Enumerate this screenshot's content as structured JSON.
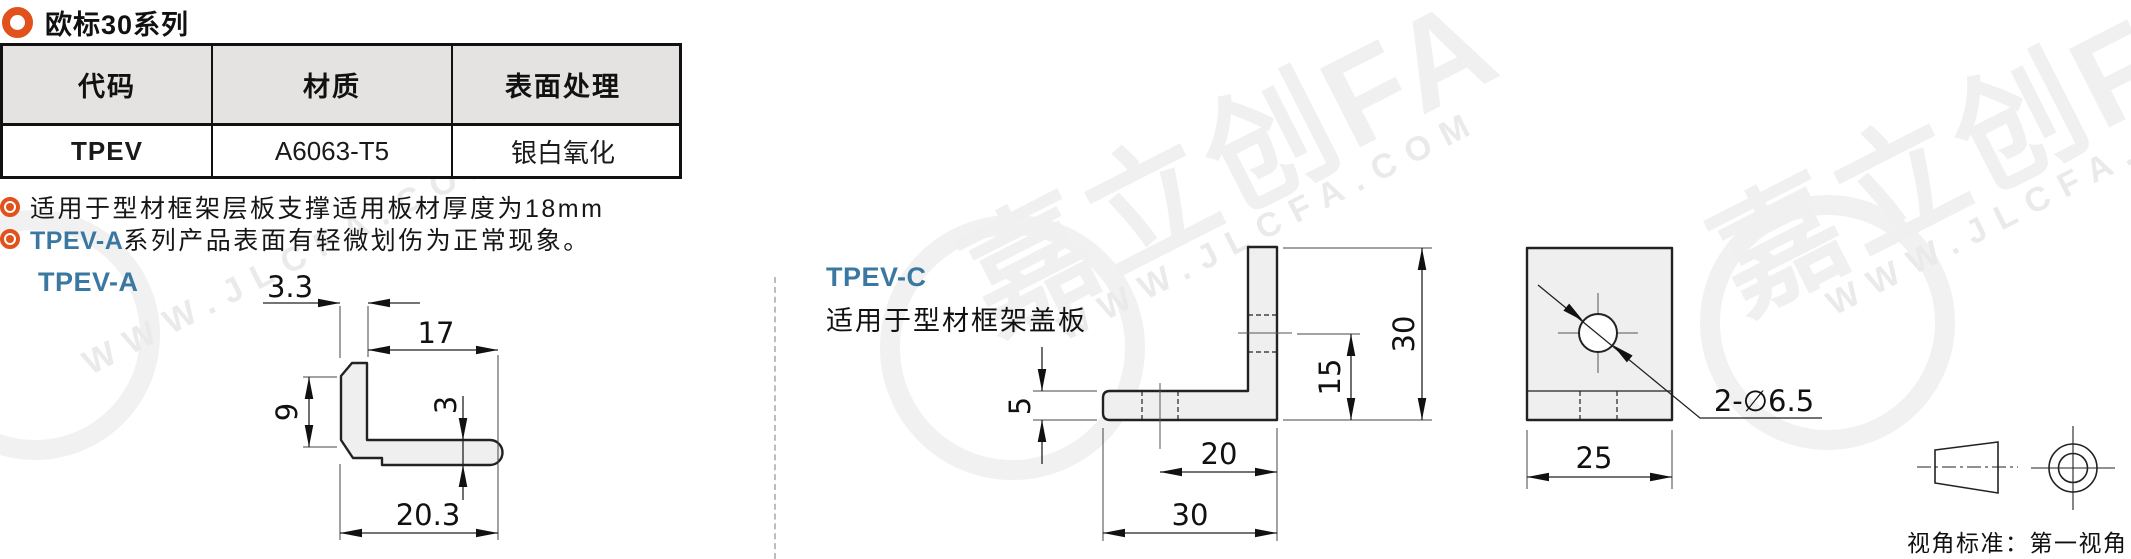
{
  "header": {
    "title": "欧标30系列"
  },
  "table": {
    "headers": [
      "代码",
      "材质",
      "表面处理"
    ],
    "row": {
      "code": "TPEV",
      "material": "A6063-T5",
      "finish": "银白氧化"
    }
  },
  "notes": {
    "note1": "适用于型材框架层板支撑适用板材厚度为18mm",
    "note2_prefix": "TPEV-A",
    "note2_text": "系列产品表面有轻微划伤为正常现象。"
  },
  "drawings": {
    "tpev_a": {
      "label": "TPEV-A",
      "dim_top_width": "3.3",
      "dim_arm_length": "17",
      "dim_head_height": "9",
      "dim_arm_thickness": "3",
      "dim_total_width": "20.3"
    },
    "tpev_c": {
      "label": "TPEV-C",
      "subtitle": "适用于型材框架盖板",
      "dim_leg_thickness": "5",
      "dim_inner_width": "20",
      "dim_total_width": "30",
      "dim_inner_height": "15",
      "dim_total_height": "30",
      "dim_side_width": "25",
      "hole_label": "2-∅6.5"
    }
  },
  "footer": {
    "view_standard": "视角标准：第一视角"
  },
  "watermark": {
    "logo": "JLC@FA",
    "brand": "嘉立创FA",
    "url": "WWW.JLCFA.COM"
  },
  "colors": {
    "accent_orange": "#e2511c",
    "accent_blue": "#3a78a2",
    "table_header_bg": "#e4e3e1",
    "drawing_fill": "#efefef"
  }
}
